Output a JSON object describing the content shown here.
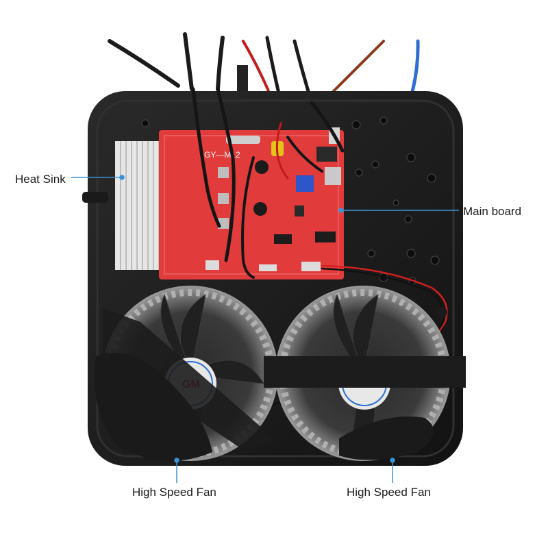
{
  "labels": {
    "heat_sink": "Heat Sink",
    "main_board": "Main board",
    "fan_left": "High Speed Fan",
    "fan_right": "High Speed Fan"
  },
  "board_text": {
    "model": "GY—M12"
  },
  "fan_text": {
    "brand": "GM"
  },
  "colors": {
    "housing": "#1a1a1a",
    "board": "#e23b3b",
    "heat_sink": "#e6e6e6",
    "leader_line": "#3a93d6",
    "wire_blue": "#2f6fd1",
    "wire_brown": "#8b3a1e",
    "wire_red": "#d21f1f"
  }
}
